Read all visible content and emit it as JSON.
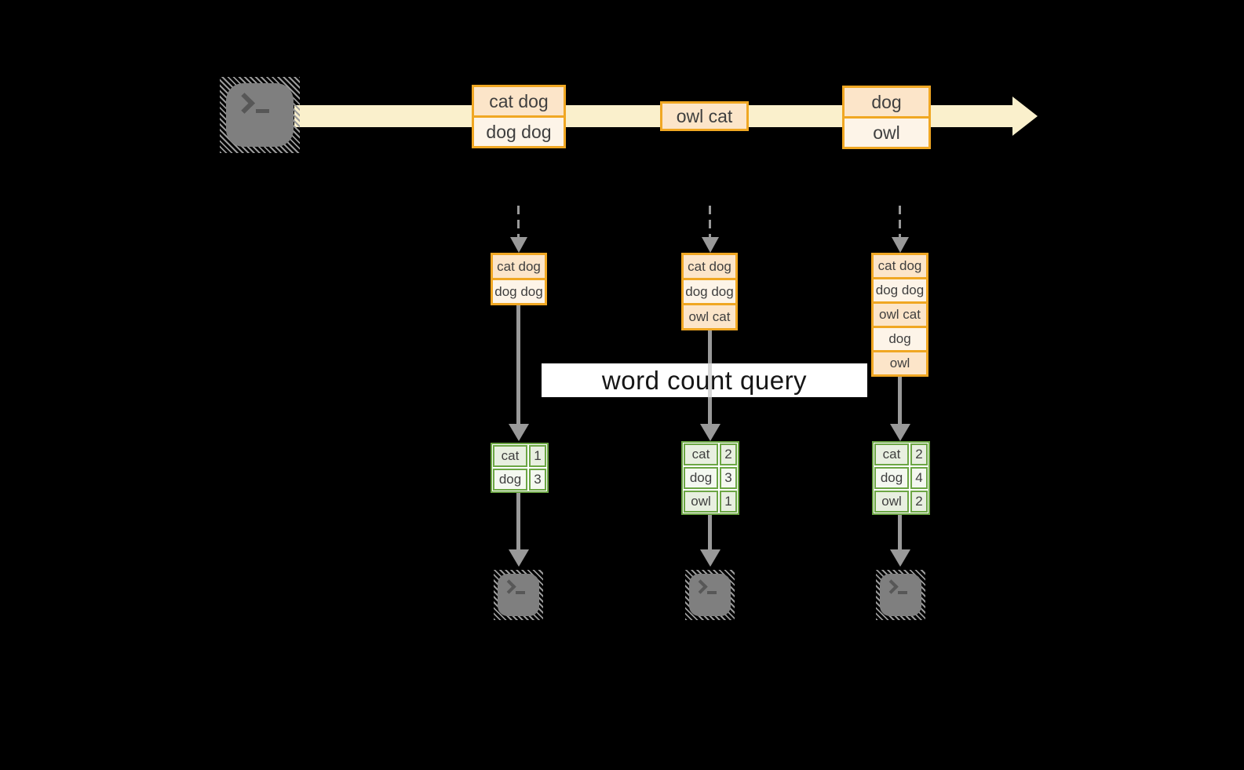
{
  "label": {
    "text": "word count query"
  },
  "stream": {
    "groups": [
      {
        "rows": [
          "cat dog",
          "dog dog"
        ]
      },
      {
        "rows": [
          "owl cat"
        ]
      },
      {
        "rows": [
          "dog",
          "owl"
        ]
      }
    ]
  },
  "columns": [
    {
      "buffer": [
        "cat dog",
        "dog dog"
      ],
      "counts": [
        {
          "word": "cat",
          "count": "1"
        },
        {
          "word": "dog",
          "count": "3"
        }
      ]
    },
    {
      "buffer": [
        "cat dog",
        "dog dog",
        "owl cat"
      ],
      "counts": [
        {
          "word": "cat",
          "count": "2"
        },
        {
          "word": "dog",
          "count": "3"
        },
        {
          "word": "owl",
          "count": "1"
        }
      ]
    },
    {
      "buffer": [
        "cat dog",
        "dog dog",
        "owl cat",
        "dog",
        "owl"
      ],
      "counts": [
        {
          "word": "cat",
          "count": "2"
        },
        {
          "word": "dog",
          "count": "4"
        },
        {
          "word": "owl",
          "count": "2"
        }
      ]
    }
  ],
  "icons": {
    "source": "terminal-prompt-icon",
    "sinks": [
      "terminal-prompt-icon",
      "terminal-prompt-icon",
      "terminal-prompt-icon"
    ],
    "stream_head": "arrow-right-icon"
  },
  "colors": {
    "background": "#000000",
    "stream_band": "#FAF0CC",
    "orange_border": "#F0A723",
    "peach_fill": "#FCE5C9",
    "cream_fill": "#FDF4E8",
    "green_border": "#6CA644",
    "green_fill": "#E8EFE0",
    "green_fill_light": "#F4F8F0",
    "arrow_gray": "#999999",
    "terminal_gray": "#7F7F7F",
    "label_bg": "#FFFFFF",
    "text_dark": "#3F3F3F"
  }
}
